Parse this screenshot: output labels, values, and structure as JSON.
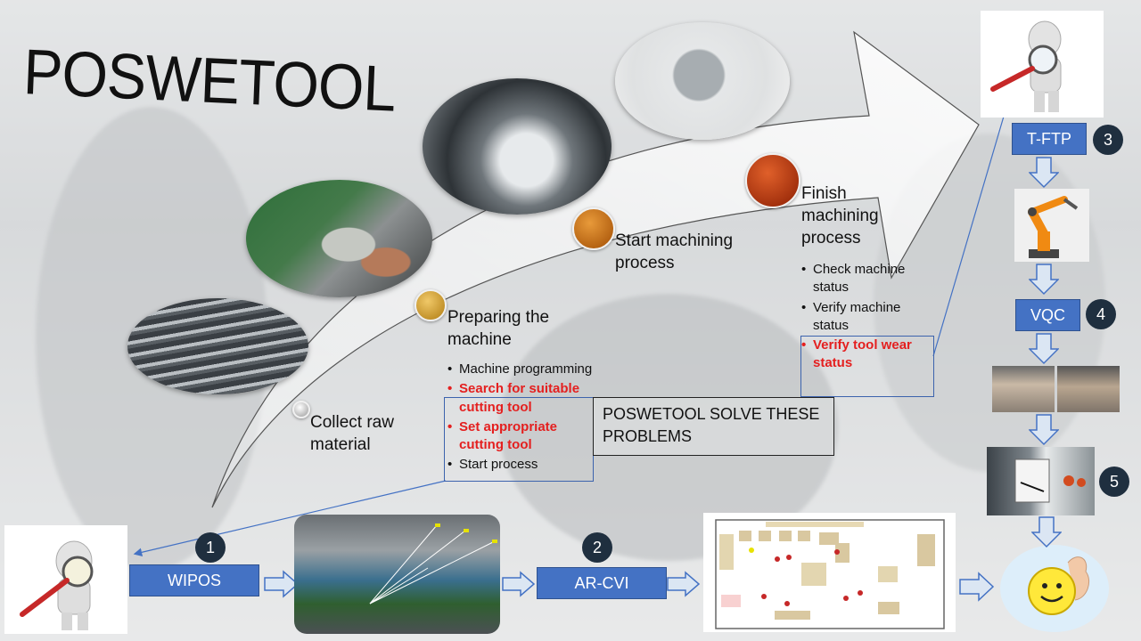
{
  "title": "POSWETOOL",
  "stages": {
    "collect": "Collect raw material",
    "preparing": "Preparing the machine",
    "start": "Start machining process",
    "finish": "Finish machining process"
  },
  "preparing_bullets": [
    "Machine programming",
    "Search for suitable cutting tool",
    "Set appropriate cutting tool",
    "Start process"
  ],
  "finish_bullets": [
    "Check machine status",
    "Verify machine status",
    "Verify tool wear status"
  ],
  "solve_text": "POSWETOOL SOLVE THESE PROBLEMS",
  "modules": {
    "wipos": "WIPOS",
    "arcvi": "AR-CVI",
    "tftp": "T-FTP",
    "vqc": "VQC"
  },
  "numbers": [
    "1",
    "2",
    "3",
    "4",
    "5"
  ],
  "colors": {
    "accent_blue": "#4472c4",
    "highlight_red": "#e41f1f",
    "badge_dark": "#1f2f3f"
  },
  "icons": [
    "magnifier-figure-icon",
    "robot-arm-icon",
    "smiley-icon",
    "down-arrow-icon",
    "right-arrow-icon"
  ]
}
